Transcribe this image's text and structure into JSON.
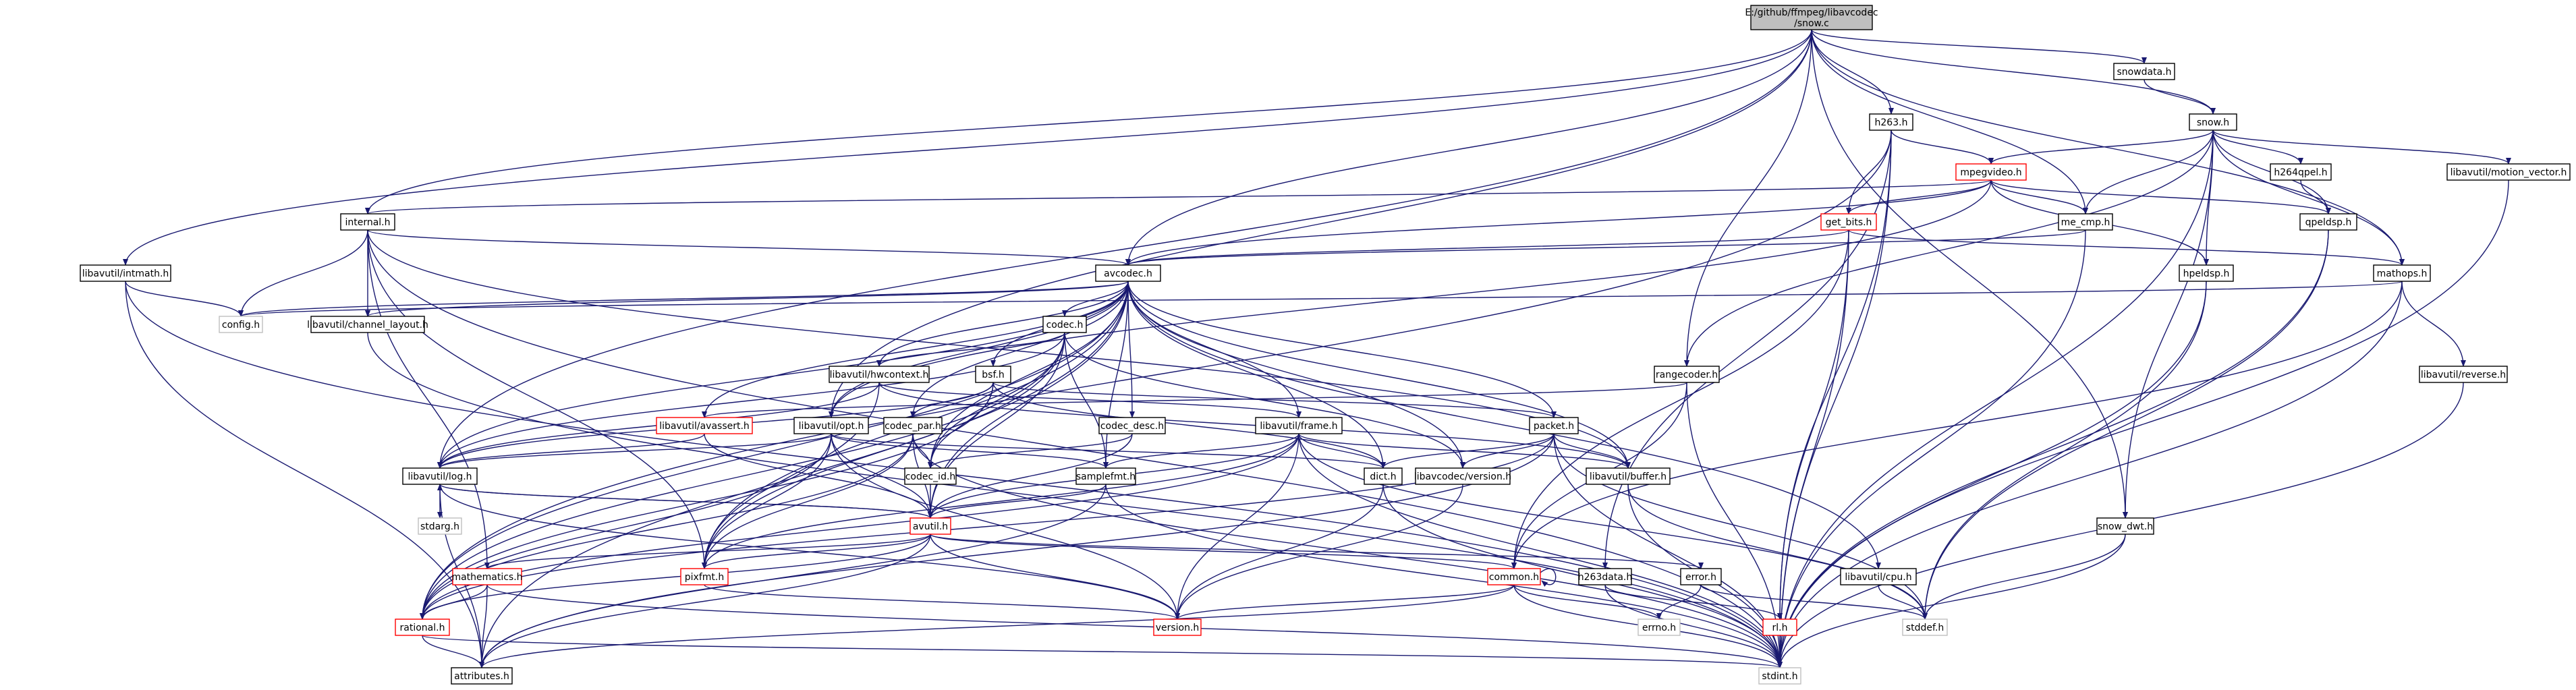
{
  "graph": {
    "colors": {
      "edge": "#191970",
      "node_border": "#000000",
      "node_border_linked": "#ff0000",
      "node_border_external": "#bfbfbf",
      "root_fill": "#bfbfbf",
      "text": "#000000"
    },
    "nodes": [
      {
        "id": "snow_c",
        "lines": [
          "E:/github/ffmpeg/libavcodec",
          "/snow.c"
        ],
        "style": "root"
      },
      {
        "id": "snowdata_h",
        "lines": [
          "snowdata.h"
        ],
        "style": "normal"
      },
      {
        "id": "snow_h",
        "lines": [
          "snow.h"
        ],
        "style": "normal"
      },
      {
        "id": "h263_h",
        "lines": [
          "h263.h"
        ],
        "style": "normal"
      },
      {
        "id": "mpegvideo_h",
        "lines": [
          "mpegvideo.h"
        ],
        "style": "linked"
      },
      {
        "id": "h264qpel_h",
        "lines": [
          "h264qpel.h"
        ],
        "style": "normal"
      },
      {
        "id": "motion_vector_h",
        "lines": [
          "libavutil/motion_vector.h"
        ],
        "style": "normal"
      },
      {
        "id": "internal_h",
        "lines": [
          "internal.h"
        ],
        "style": "normal"
      },
      {
        "id": "get_bits_h",
        "lines": [
          "get_bits.h"
        ],
        "style": "linked"
      },
      {
        "id": "me_cmp_h",
        "lines": [
          "me_cmp.h"
        ],
        "style": "normal"
      },
      {
        "id": "qpeldsp_h",
        "lines": [
          "qpeldsp.h"
        ],
        "style": "normal"
      },
      {
        "id": "intmath_h",
        "lines": [
          "libavutil/intmath.h"
        ],
        "style": "normal"
      },
      {
        "id": "avcodec_h",
        "lines": [
          "avcodec.h"
        ],
        "style": "normal"
      },
      {
        "id": "hpeldsp_h",
        "lines": [
          "hpeldsp.h"
        ],
        "style": "normal"
      },
      {
        "id": "mathops_h",
        "lines": [
          "mathops.h"
        ],
        "style": "normal"
      },
      {
        "id": "config_h",
        "lines": [
          "config.h"
        ],
        "style": "external"
      },
      {
        "id": "channel_layout_h",
        "lines": [
          "libavutil/channel_layout.h"
        ],
        "style": "normal"
      },
      {
        "id": "codec_h",
        "lines": [
          "codec.h"
        ],
        "style": "normal"
      },
      {
        "id": "hwcontext_h",
        "lines": [
          "libavutil/hwcontext.h"
        ],
        "style": "normal"
      },
      {
        "id": "bsf_h",
        "lines": [
          "bsf.h"
        ],
        "style": "normal"
      },
      {
        "id": "rangecoder_h",
        "lines": [
          "rangecoder.h"
        ],
        "style": "normal"
      },
      {
        "id": "reverse_h",
        "lines": [
          "libavutil/reverse.h"
        ],
        "style": "normal"
      },
      {
        "id": "avassert_h",
        "lines": [
          "libavutil/avassert.h"
        ],
        "style": "linked"
      },
      {
        "id": "opt_h",
        "lines": [
          "libavutil/opt.h"
        ],
        "style": "normal"
      },
      {
        "id": "codec_par_h",
        "lines": [
          "codec_par.h"
        ],
        "style": "normal"
      },
      {
        "id": "codec_desc_h",
        "lines": [
          "codec_desc.h"
        ],
        "style": "normal"
      },
      {
        "id": "frame_h",
        "lines": [
          "libavutil/frame.h"
        ],
        "style": "normal"
      },
      {
        "id": "packet_h",
        "lines": [
          "packet.h"
        ],
        "style": "normal"
      },
      {
        "id": "log_h",
        "lines": [
          "libavutil/log.h"
        ],
        "style": "normal"
      },
      {
        "id": "codec_id_h",
        "lines": [
          "codec_id.h"
        ],
        "style": "normal"
      },
      {
        "id": "samplefmt_h",
        "lines": [
          "samplefmt.h"
        ],
        "style": "normal"
      },
      {
        "id": "dict_h",
        "lines": [
          "dict.h"
        ],
        "style": "normal"
      },
      {
        "id": "libavcodec_version_h",
        "lines": [
          "libavcodec/version.h"
        ],
        "style": "normal"
      },
      {
        "id": "buffer_h",
        "lines": [
          "libavutil/buffer.h"
        ],
        "style": "normal"
      },
      {
        "id": "stdarg_h",
        "lines": [
          "stdarg.h"
        ],
        "style": "external"
      },
      {
        "id": "avutil_h",
        "lines": [
          "avutil.h"
        ],
        "style": "linked"
      },
      {
        "id": "snow_dwt_h",
        "lines": [
          "snow_dwt.h"
        ],
        "style": "normal"
      },
      {
        "id": "mathematics_h",
        "lines": [
          "mathematics.h"
        ],
        "style": "linked"
      },
      {
        "id": "pixfmt_h",
        "lines": [
          "pixfmt.h"
        ],
        "style": "linked"
      },
      {
        "id": "common_h",
        "lines": [
          "common.h"
        ],
        "style": "linked"
      },
      {
        "id": "h263data_h",
        "lines": [
          "h263data.h"
        ],
        "style": "normal"
      },
      {
        "id": "error_h",
        "lines": [
          "error.h"
        ],
        "style": "normal"
      },
      {
        "id": "cpu_h",
        "lines": [
          "libavutil/cpu.h"
        ],
        "style": "normal"
      },
      {
        "id": "rational_h",
        "lines": [
          "rational.h"
        ],
        "style": "linked"
      },
      {
        "id": "version_h",
        "lines": [
          "version.h"
        ],
        "style": "linked"
      },
      {
        "id": "errno_h",
        "lines": [
          "errno.h"
        ],
        "style": "external"
      },
      {
        "id": "rl_h",
        "lines": [
          "rl.h"
        ],
        "style": "linked"
      },
      {
        "id": "stddef_h",
        "lines": [
          "stddef.h"
        ],
        "style": "external"
      },
      {
        "id": "attributes_h",
        "lines": [
          "attributes.h"
        ],
        "style": "normal"
      },
      {
        "id": "stdint_h",
        "lines": [
          "stdint.h"
        ],
        "style": "external"
      }
    ],
    "edges": [
      [
        "snow_c",
        "snowdata_h"
      ],
      [
        "snow_c",
        "snow_h"
      ],
      [
        "snow_c",
        "h263_h"
      ],
      [
        "snow_c",
        "internal_h"
      ],
      [
        "snow_c",
        "intmath_h"
      ],
      [
        "snow_c",
        "avcodec_h"
      ],
      [
        "snow_c",
        "log_h"
      ],
      [
        "snow_c",
        "opt_h"
      ],
      [
        "snow_c",
        "rangecoder_h"
      ],
      [
        "snow_c",
        "me_cmp_h"
      ],
      [
        "snow_c",
        "mathops_h"
      ],
      [
        "snow_c",
        "snow_dwt_h"
      ],
      [
        "snowdata_h",
        "snow_h"
      ],
      [
        "snow_h",
        "mpegvideo_h"
      ],
      [
        "snow_h",
        "h264qpel_h"
      ],
      [
        "snow_h",
        "motion_vector_h"
      ],
      [
        "snow_h",
        "me_cmp_h"
      ],
      [
        "snow_h",
        "qpeldsp_h"
      ],
      [
        "snow_h",
        "hpeldsp_h"
      ],
      [
        "snow_h",
        "mathops_h"
      ],
      [
        "snow_h",
        "rangecoder_h"
      ],
      [
        "snow_h",
        "snow_dwt_h"
      ],
      [
        "snow_h",
        "stdint_h"
      ],
      [
        "h263_h",
        "mpegvideo_h"
      ],
      [
        "h263_h",
        "get_bits_h"
      ],
      [
        "h263_h",
        "h263data_h"
      ],
      [
        "h263_h",
        "rl_h"
      ],
      [
        "h263_h",
        "stdint_h"
      ],
      [
        "h263_h",
        "rational_h"
      ],
      [
        "mpegvideo_h",
        "get_bits_h"
      ],
      [
        "mpegvideo_h",
        "me_cmp_h"
      ],
      [
        "mpegvideo_h",
        "qpeldsp_h"
      ],
      [
        "mpegvideo_h",
        "hpeldsp_h"
      ],
      [
        "mpegvideo_h",
        "avcodec_h"
      ],
      [
        "mpegvideo_h",
        "internal_h"
      ],
      [
        "mpegvideo_h",
        "opt_h"
      ],
      [
        "h264qpel_h",
        "qpeldsp_h"
      ],
      [
        "motion_vector_h",
        "stdint_h"
      ],
      [
        "internal_h",
        "avcodec_h"
      ],
      [
        "internal_h",
        "config_h"
      ],
      [
        "internal_h",
        "channel_layout_h"
      ],
      [
        "internal_h",
        "buffer_h"
      ],
      [
        "internal_h",
        "pixfmt_h"
      ],
      [
        "internal_h",
        "mathematics_h"
      ],
      [
        "internal_h",
        "stdint_h"
      ],
      [
        "get_bits_h",
        "avcodec_h"
      ],
      [
        "get_bits_h",
        "mathops_h"
      ],
      [
        "get_bits_h",
        "common_h"
      ],
      [
        "get_bits_h",
        "stdint_h"
      ],
      [
        "get_bits_h",
        "rl_h"
      ],
      [
        "me_cmp_h",
        "avcodec_h"
      ],
      [
        "me_cmp_h",
        "stdint_h"
      ],
      [
        "qpeldsp_h",
        "stdint_h"
      ],
      [
        "qpeldsp_h",
        "stddef_h"
      ],
      [
        "intmath_h",
        "config_h"
      ],
      [
        "intmath_h",
        "attributes_h"
      ],
      [
        "intmath_h",
        "stdint_h"
      ],
      [
        "avcodec_h",
        "config_h"
      ],
      [
        "avcodec_h",
        "channel_layout_h"
      ],
      [
        "avcodec_h",
        "codec_h"
      ],
      [
        "avcodec_h",
        "hwcontext_h"
      ],
      [
        "avcodec_h",
        "bsf_h"
      ],
      [
        "avcodec_h",
        "avassert_h"
      ],
      [
        "avcodec_h",
        "opt_h"
      ],
      [
        "avcodec_h",
        "codec_par_h"
      ],
      [
        "avcodec_h",
        "codec_desc_h"
      ],
      [
        "avcodec_h",
        "frame_h"
      ],
      [
        "avcodec_h",
        "packet_h"
      ],
      [
        "avcodec_h",
        "log_h"
      ],
      [
        "avcodec_h",
        "codec_id_h"
      ],
      [
        "avcodec_h",
        "samplefmt_h"
      ],
      [
        "avcodec_h",
        "dict_h"
      ],
      [
        "avcodec_h",
        "libavcodec_version_h"
      ],
      [
        "avcodec_h",
        "buffer_h"
      ],
      [
        "avcodec_h",
        "avutil_h"
      ],
      [
        "avcodec_h",
        "pixfmt_h"
      ],
      [
        "avcodec_h",
        "rational_h"
      ],
      [
        "avcodec_h",
        "attributes_h"
      ],
      [
        "avcodec_h",
        "cpu_h"
      ],
      [
        "hpeldsp_h",
        "stdint_h"
      ],
      [
        "hpeldsp_h",
        "stddef_h"
      ],
      [
        "mathops_h",
        "config_h"
      ],
      [
        "mathops_h",
        "reverse_h"
      ],
      [
        "mathops_h",
        "common_h"
      ],
      [
        "mathops_h",
        "stdint_h"
      ],
      [
        "channel_layout_h",
        "stdint_h"
      ],
      [
        "codec_h",
        "hwcontext_h"
      ],
      [
        "codec_h",
        "codec_id_h"
      ],
      [
        "codec_h",
        "samplefmt_h"
      ],
      [
        "codec_h",
        "avutil_h"
      ],
      [
        "codec_h",
        "log_h"
      ],
      [
        "codec_h",
        "rational_h"
      ],
      [
        "codec_h",
        "pixfmt_h"
      ],
      [
        "codec_h",
        "libavcodec_version_h"
      ],
      [
        "hwcontext_h",
        "log_h"
      ],
      [
        "hwcontext_h",
        "frame_h"
      ],
      [
        "hwcontext_h",
        "buffer_h"
      ],
      [
        "hwcontext_h",
        "pixfmt_h"
      ],
      [
        "bsf_h",
        "codec_par_h"
      ],
      [
        "bsf_h",
        "packet_h"
      ],
      [
        "bsf_h",
        "codec_id_h"
      ],
      [
        "bsf_h",
        "dict_h"
      ],
      [
        "bsf_h",
        "log_h"
      ],
      [
        "bsf_h",
        "rational_h"
      ],
      [
        "rangecoder_h",
        "avassert_h"
      ],
      [
        "rangecoder_h",
        "stdint_h"
      ],
      [
        "rangecoder_h",
        "common_h"
      ],
      [
        "reverse_h",
        "stdint_h"
      ],
      [
        "avassert_h",
        "log_h"
      ],
      [
        "avassert_h",
        "avutil_h"
      ],
      [
        "opt_h",
        "log_h"
      ],
      [
        "opt_h",
        "dict_h"
      ],
      [
        "opt_h",
        "samplefmt_h"
      ],
      [
        "opt_h",
        "rational_h"
      ],
      [
        "opt_h",
        "pixfmt_h"
      ],
      [
        "opt_h",
        "avutil_h"
      ],
      [
        "opt_h",
        "version_h"
      ],
      [
        "codec_par_h",
        "codec_id_h"
      ],
      [
        "codec_par_h",
        "avutil_h"
      ],
      [
        "codec_par_h",
        "rational_h"
      ],
      [
        "codec_par_h",
        "pixfmt_h"
      ],
      [
        "codec_par_h",
        "stdint_h"
      ],
      [
        "codec_desc_h",
        "codec_id_h"
      ],
      [
        "codec_desc_h",
        "avutil_h"
      ],
      [
        "frame_h",
        "buffer_h"
      ],
      [
        "frame_h",
        "dict_h"
      ],
      [
        "frame_h",
        "samplefmt_h"
      ],
      [
        "frame_h",
        "avutil_h"
      ],
      [
        "frame_h",
        "rational_h"
      ],
      [
        "frame_h",
        "pixfmt_h"
      ],
      [
        "frame_h",
        "version_h"
      ],
      [
        "frame_h",
        "stdint_h"
      ],
      [
        "frame_h",
        "stddef_h"
      ],
      [
        "packet_h",
        "buffer_h"
      ],
      [
        "packet_h",
        "dict_h"
      ],
      [
        "packet_h",
        "libavcodec_version_h"
      ],
      [
        "packet_h",
        "attributes_h"
      ],
      [
        "packet_h",
        "rational_h"
      ],
      [
        "packet_h",
        "stdint_h"
      ],
      [
        "packet_h",
        "stddef_h"
      ],
      [
        "log_h",
        "stdarg_h"
      ],
      [
        "log_h",
        "avutil_h"
      ],
      [
        "log_h",
        "attributes_h"
      ],
      [
        "log_h",
        "version_h"
      ],
      [
        "codec_id_h",
        "avutil_h"
      ],
      [
        "samplefmt_h",
        "avutil_h"
      ],
      [
        "samplefmt_h",
        "attributes_h"
      ],
      [
        "samplefmt_h",
        "stdint_h"
      ],
      [
        "dict_h",
        "version_h"
      ],
      [
        "dict_h",
        "stdint_h"
      ],
      [
        "libavcodec_version_h",
        "version_h"
      ],
      [
        "buffer_h",
        "stdint_h"
      ],
      [
        "buffer_h",
        "stddef_h"
      ],
      [
        "avutil_h",
        "log_h"
      ],
      [
        "avutil_h",
        "mathematics_h"
      ],
      [
        "avutil_h",
        "pixfmt_h"
      ],
      [
        "avutil_h",
        "common_h"
      ],
      [
        "avutil_h",
        "error_h"
      ],
      [
        "avutil_h",
        "rational_h"
      ],
      [
        "avutil_h",
        "version_h"
      ],
      [
        "avutil_h",
        "attributes_h"
      ],
      [
        "snow_dwt_h",
        "stdint_h"
      ],
      [
        "snow_dwt_h",
        "stddef_h"
      ],
      [
        "mathematics_h",
        "rational_h"
      ],
      [
        "mathematics_h",
        "attributes_h"
      ],
      [
        "mathematics_h",
        "stdint_h"
      ],
      [
        "pixfmt_h",
        "version_h"
      ],
      [
        "common_h",
        "common_h"
      ],
      [
        "common_h",
        "errno_h"
      ],
      [
        "common_h",
        "attributes_h"
      ],
      [
        "common_h",
        "version_h"
      ],
      [
        "common_h",
        "stdint_h"
      ],
      [
        "h263data_h",
        "rl_h"
      ],
      [
        "h263data_h",
        "stdint_h"
      ],
      [
        "error_h",
        "errno_h"
      ],
      [
        "error_h",
        "stddef_h"
      ],
      [
        "cpu_h",
        "stddef_h"
      ],
      [
        "rational_h",
        "attributes_h"
      ],
      [
        "rational_h",
        "stdint_h"
      ],
      [
        "rl_h",
        "stdint_h"
      ]
    ]
  }
}
